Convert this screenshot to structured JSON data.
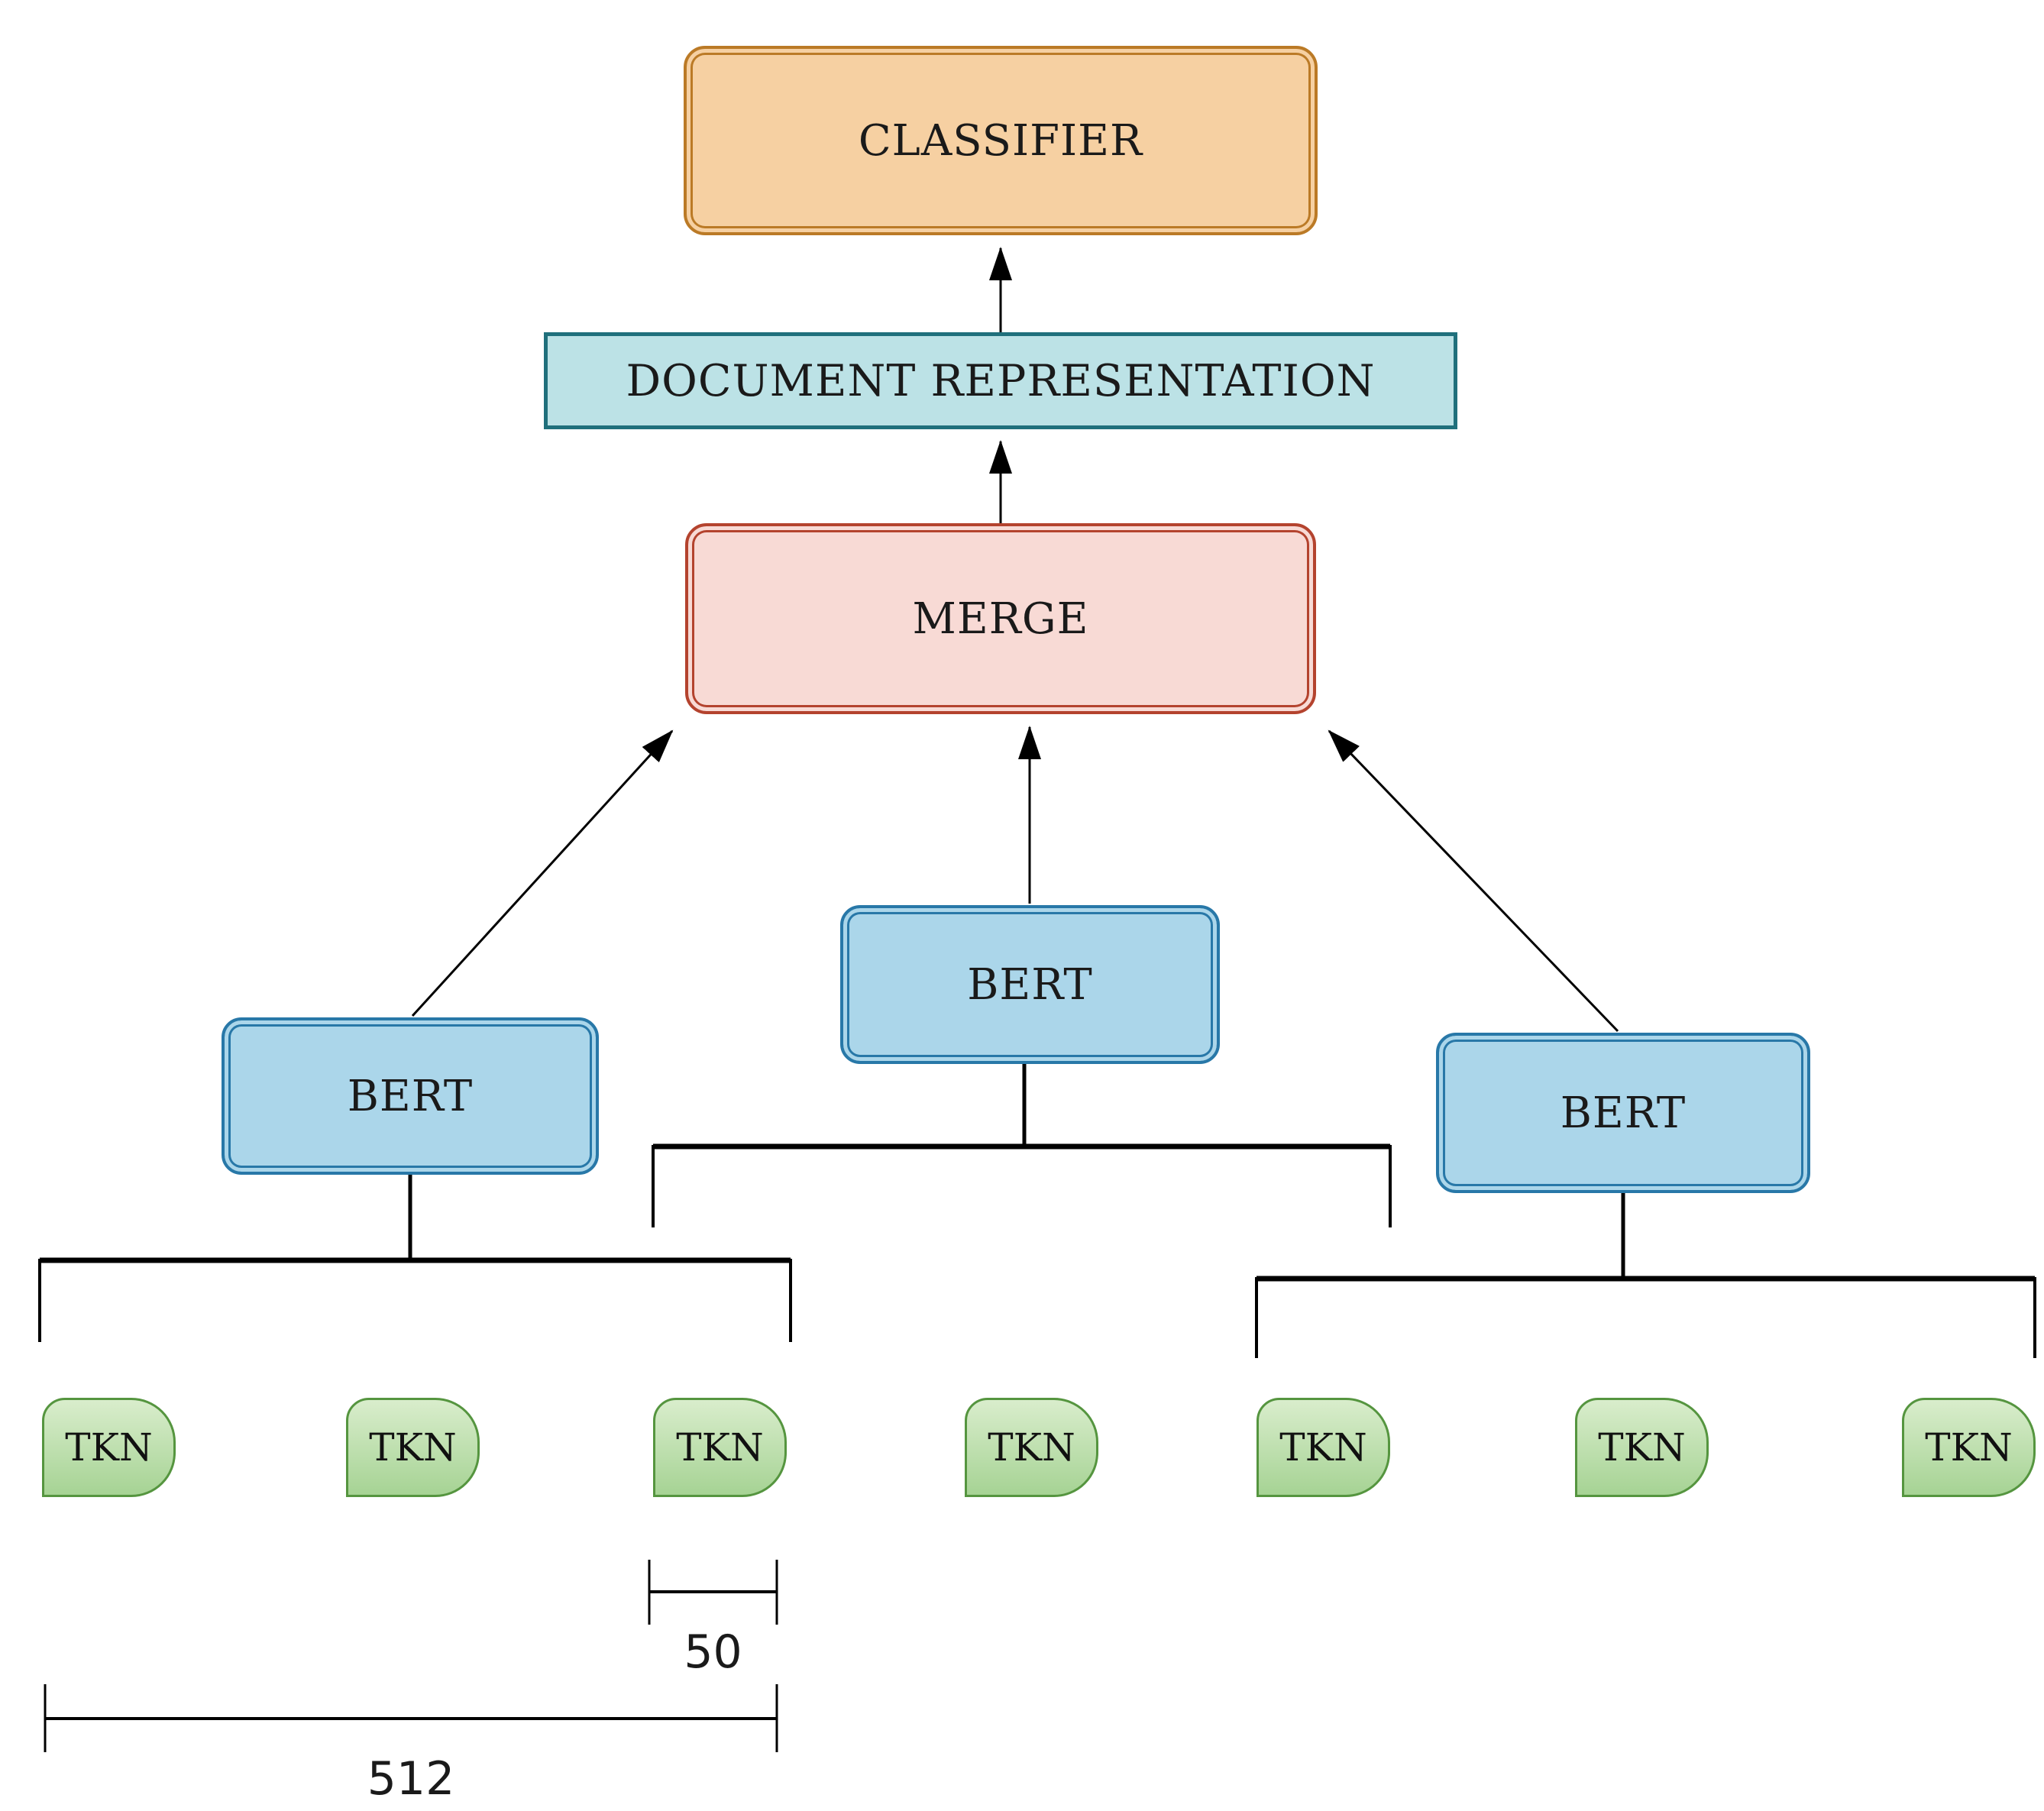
{
  "classifier": {
    "label": "CLASSIFIER"
  },
  "document_representation": {
    "label": "DOCUMENT REPRESENTATION"
  },
  "merge": {
    "label": "MERGE"
  },
  "berts": [
    "BERT",
    "BERT",
    "BERT"
  ],
  "tokens": [
    "TKN",
    "TKN",
    "TKN",
    "TKN",
    "TKN",
    "TKN",
    "TKN"
  ],
  "measurements": {
    "overlap": "50",
    "segment_length": "512"
  },
  "colors": {
    "classifier_fill": "#f6d0a2",
    "classifier_border": "#bb7a26",
    "docrep_fill": "#bce2e6",
    "docrep_border": "#20707c",
    "merge_fill": "#f8dad5",
    "merge_border": "#b4432e",
    "bert_fill": "#abd6ea",
    "bert_border": "#2878a8",
    "token_fill_top": "#d9edcc",
    "token_fill_bottom": "#a6d394",
    "token_border": "#55953f",
    "line_color": "#000000"
  }
}
